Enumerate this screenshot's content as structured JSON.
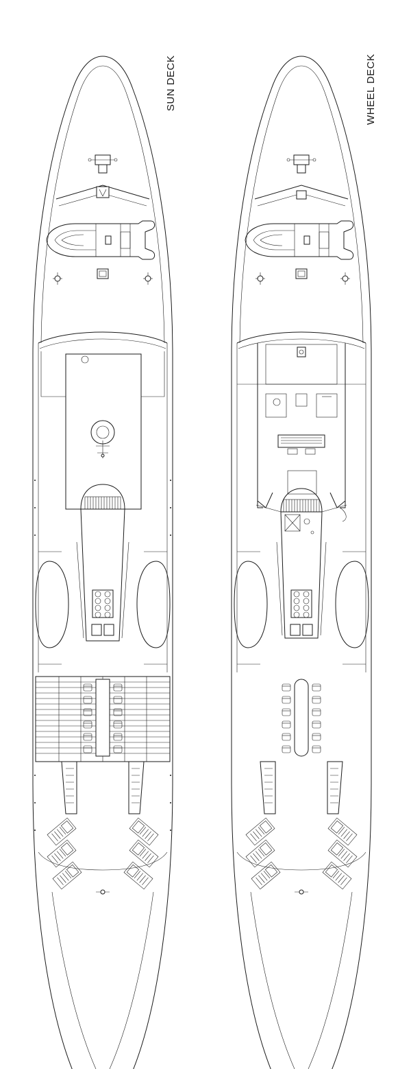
{
  "decks": [
    {
      "id": "sun",
      "label": "SUN DECK"
    },
    {
      "id": "wheel",
      "label": "WHEEL DECK"
    }
  ],
  "colors": {
    "line": "#1a1a1a",
    "background": "#ffffff"
  }
}
